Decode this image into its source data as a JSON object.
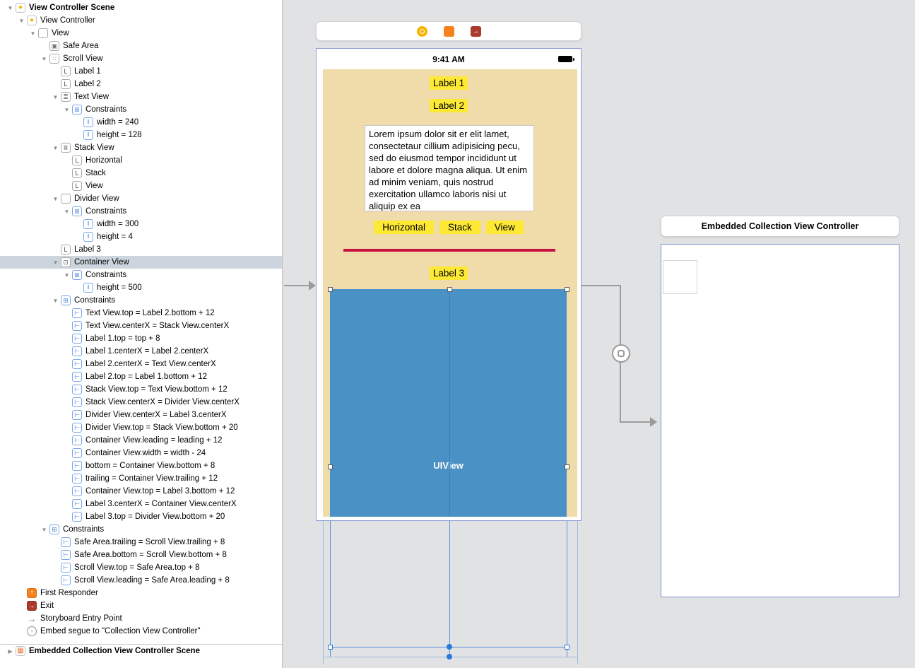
{
  "outline": {
    "rows": [
      {
        "label": "View Controller Scene",
        "indent": 0,
        "disclosure": "open",
        "icon": "scene",
        "bold": true
      },
      {
        "label": "View Controller",
        "indent": 1,
        "disclosure": "open",
        "icon": "view-controller"
      },
      {
        "label": "View",
        "indent": 2,
        "disclosure": "open",
        "icon": "view"
      },
      {
        "label": "Safe Area",
        "indent": 3,
        "disclosure": "none",
        "icon": "safe-area"
      },
      {
        "label": "Scroll View",
        "indent": 3,
        "disclosure": "open",
        "icon": "scroll-view"
      },
      {
        "label": "Label 1",
        "indent": 4,
        "disclosure": "none",
        "icon": "label"
      },
      {
        "label": "Label 2",
        "indent": 4,
        "disclosure": "none",
        "icon": "label"
      },
      {
        "label": "Text View",
        "indent": 4,
        "disclosure": "open",
        "icon": "text-view"
      },
      {
        "label": "Constraints",
        "indent": 5,
        "disclosure": "open",
        "icon": "constraints"
      },
      {
        "label": "width = 240",
        "indent": 6,
        "disclosure": "none",
        "icon": "constraint-size"
      },
      {
        "label": "height = 128",
        "indent": 6,
        "disclosure": "none",
        "icon": "constraint-size"
      },
      {
        "label": "Stack View",
        "indent": 4,
        "disclosure": "open",
        "icon": "stack-view"
      },
      {
        "label": "Horizontal",
        "indent": 5,
        "disclosure": "none",
        "icon": "label"
      },
      {
        "label": "Stack",
        "indent": 5,
        "disclosure": "none",
        "icon": "label"
      },
      {
        "label": "View",
        "indent": 5,
        "disclosure": "none",
        "icon": "label"
      },
      {
        "label": "Divider View",
        "indent": 4,
        "disclosure": "open",
        "icon": "view"
      },
      {
        "label": "Constraints",
        "indent": 5,
        "disclosure": "open",
        "icon": "constraints"
      },
      {
        "label": "width = 300",
        "indent": 6,
        "disclosure": "none",
        "icon": "constraint-size"
      },
      {
        "label": "height = 4",
        "indent": 6,
        "disclosure": "none",
        "icon": "constraint-size"
      },
      {
        "label": "Label 3",
        "indent": 4,
        "disclosure": "none",
        "icon": "label"
      },
      {
        "label": "Container View",
        "indent": 4,
        "disclosure": "open",
        "icon": "container-view",
        "selected": true
      },
      {
        "label": "Constraints",
        "indent": 5,
        "disclosure": "open",
        "icon": "constraints"
      },
      {
        "label": "height = 500",
        "indent": 6,
        "disclosure": "none",
        "icon": "constraint-size"
      },
      {
        "label": "Constraints",
        "indent": 4,
        "disclosure": "open",
        "icon": "constraints"
      },
      {
        "label": "Text View.top = Label 2.bottom + 12",
        "indent": 5,
        "disclosure": "none",
        "icon": "constraint"
      },
      {
        "label": "Text View.centerX = Stack View.centerX",
        "indent": 5,
        "disclosure": "none",
        "icon": "constraint"
      },
      {
        "label": "Label 1.top = top + 8",
        "indent": 5,
        "disclosure": "none",
        "icon": "constraint"
      },
      {
        "label": "Label 1.centerX = Label 2.centerX",
        "indent": 5,
        "disclosure": "none",
        "icon": "constraint"
      },
      {
        "label": "Label 2.centerX = Text View.centerX",
        "indent": 5,
        "disclosure": "none",
        "icon": "constraint"
      },
      {
        "label": "Label 2.top = Label 1.bottom + 12",
        "indent": 5,
        "disclosure": "none",
        "icon": "constraint"
      },
      {
        "label": "Stack View.top = Text View.bottom + 12",
        "indent": 5,
        "disclosure": "none",
        "icon": "constraint"
      },
      {
        "label": "Stack View.centerX = Divider View.centerX",
        "indent": 5,
        "disclosure": "none",
        "icon": "constraint"
      },
      {
        "label": "Divider View.centerX = Label 3.centerX",
        "indent": 5,
        "disclosure": "none",
        "icon": "constraint"
      },
      {
        "label": "Divider View.top = Stack View.bottom + 20",
        "indent": 5,
        "disclosure": "none",
        "icon": "constraint"
      },
      {
        "label": "Container View.leading = leading + 12",
        "indent": 5,
        "disclosure": "none",
        "icon": "constraint"
      },
      {
        "label": "Container View.width = width - 24",
        "indent": 5,
        "disclosure": "none",
        "icon": "constraint"
      },
      {
        "label": "bottom = Container View.bottom + 8",
        "indent": 5,
        "disclosure": "none",
        "icon": "constraint"
      },
      {
        "label": "trailing = Container View.trailing + 12",
        "indent": 5,
        "disclosure": "none",
        "icon": "constraint"
      },
      {
        "label": "Container View.top = Label 3.bottom + 12",
        "indent": 5,
        "disclosure": "none",
        "icon": "constraint"
      },
      {
        "label": "Label 3.centerX = Container View.centerX",
        "indent": 5,
        "disclosure": "none",
        "icon": "constraint"
      },
      {
        "label": "Label 3.top = Divider View.bottom + 20",
        "indent": 5,
        "disclosure": "none",
        "icon": "constraint"
      },
      {
        "label": "Constraints",
        "indent": 3,
        "disclosure": "open",
        "icon": "constraints"
      },
      {
        "label": "Safe Area.trailing = Scroll View.trailing + 8",
        "indent": 4,
        "disclosure": "none",
        "icon": "constraint"
      },
      {
        "label": "Safe Area.bottom = Scroll View.bottom + 8",
        "indent": 4,
        "disclosure": "none",
        "icon": "constraint"
      },
      {
        "label": "Scroll View.top = Safe Area.top + 8",
        "indent": 4,
        "disclosure": "none",
        "icon": "constraint"
      },
      {
        "label": "Scroll View.leading = Safe Area.leading + 8",
        "indent": 4,
        "disclosure": "none",
        "icon": "constraint"
      },
      {
        "label": "First Responder",
        "indent": 1,
        "disclosure": "none",
        "icon": "first-responder"
      },
      {
        "label": "Exit",
        "indent": 1,
        "disclosure": "none",
        "icon": "exit"
      },
      {
        "label": "Storyboard Entry Point",
        "indent": 1,
        "disclosure": "none",
        "icon": "entry-point"
      },
      {
        "label": "Embed segue to \"Collection View Controller\"",
        "indent": 1,
        "disclosure": "none",
        "icon": "segue"
      },
      {
        "label": "Embedded Collection View Controller Scene",
        "indent": 0,
        "disclosure": "collapsed",
        "icon": "collection-scene",
        "bold": true,
        "section": true
      }
    ]
  },
  "canvas": {
    "phone": {
      "status_time": "9:41 AM",
      "labels": {
        "label1": "Label 1",
        "label2": "Label 2",
        "label3": "Label 3"
      },
      "text_view": "Lorem ipsum dolor sit er elit lamet, consectetaur cillium adipisicing pecu, sed do eiusmod tempor incididunt ut labore et dolore magna aliqua. Ut enim ad minim veniam, quis nostrud exercitation ullamco laboris nisi ut aliquip ex ea",
      "stack_items": [
        "Horizontal",
        "Stack",
        "View"
      ],
      "uiview_label": "UIView"
    },
    "embedded": {
      "title": "Embedded Collection View Controller"
    }
  },
  "colors": {
    "label_yellow": "#fde934",
    "scrollview_tan": "#f0dcab",
    "container_blue": "#4a91c6",
    "divider_red": "#c41240",
    "selection_gray_blue": "#ccd4dd",
    "constraint_guide_blue": "#5a93d4",
    "segue_line_gray": "#9b9b9b"
  }
}
